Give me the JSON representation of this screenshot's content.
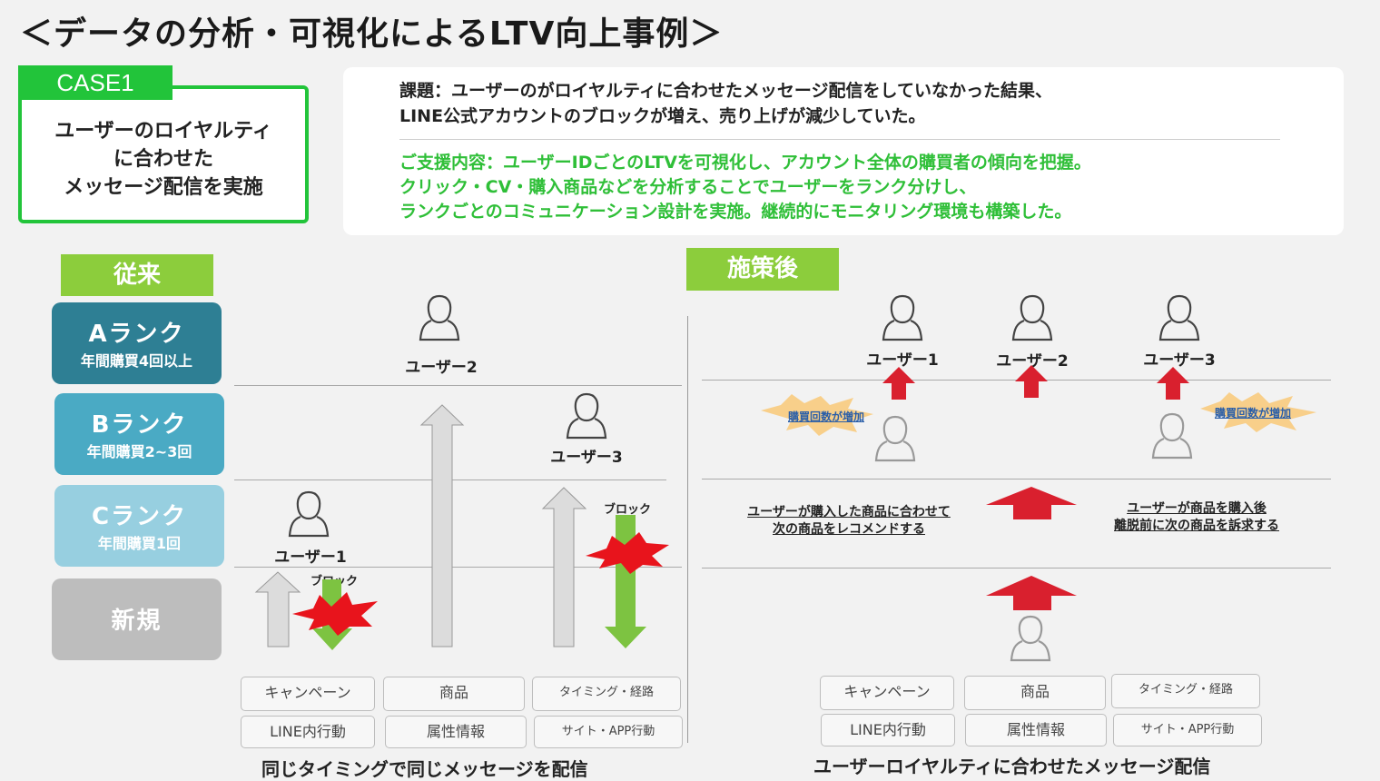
{
  "title": "＜データの分析・可視化によるLTV向上事例＞",
  "case": {
    "tag": "CASE1",
    "lines": [
      "ユーザーのロイヤルティ",
      "に合わせた",
      "メッセージ配信を実施"
    ]
  },
  "issue": {
    "line1": "課題：ユーザーのがロイヤルティに合わせたメッセージ配信をしていなかった結果、",
    "line2": "LINE公式アカウントのブロックが増え、売り上げが減少していた。"
  },
  "support": {
    "line1": "ご支援内容：ユーザーIDごとのLTVを可視化し、アカウント全体の購買者の傾向を把握。",
    "line2": "クリック・CV・購入商品などを分析することでユーザーをランク分けし、",
    "line3": "ランクごとのコミュニケーション設計を実施。継続的にモニタリング環境も構築した。"
  },
  "before": {
    "label": "従来",
    "ranks": [
      {
        "name": "Aランク",
        "desc": "年間購買4回以上"
      },
      {
        "name": "Bランク",
        "desc": "年間購買2~3回"
      },
      {
        "name": "Cランク",
        "desc": "年間購買1回"
      },
      {
        "name": "新規",
        "desc": ""
      }
    ],
    "users": [
      "ユーザー2",
      "ユーザー3",
      "ユーザー1"
    ],
    "block_label": "ブロック",
    "tags": [
      "キャンペーン",
      "商品",
      "タイミング・経路",
      "LINE内行動",
      "属性情報",
      "サイト・APP行動"
    ],
    "caption": "同じタイミングで同じメッセージを配信"
  },
  "after": {
    "label": "施策後",
    "users": [
      "ユーザー1",
      "ユーザー2",
      "ユーザー3"
    ],
    "burst_label": "購買回数が増加",
    "reco_left": [
      "ユーザーが購入した商品に合わせて",
      "次の商品をレコメンドする"
    ],
    "reco_right": [
      "ユーザーが商品を購入後",
      "離脱前に次の商品を訴求する"
    ],
    "tags": [
      "キャンペーン",
      "商品",
      "タイミング・経路",
      "LINE内行動",
      "属性情報",
      "サイト・APP行動"
    ],
    "caption": "ユーザーロイヤルティに合わせたメッセージ配信"
  },
  "colors": {
    "green": "#22c43a",
    "support_green": "#2fbf38",
    "label_green": "#8ccd3c",
    "rank_a": "#2e7f94",
    "rank_b": "#4aaac4",
    "rank_c": "#97cfe0",
    "rank_new": "#bdbdbd",
    "arrow_red": "#d9202e",
    "arrow_green": "#7dc341"
  }
}
